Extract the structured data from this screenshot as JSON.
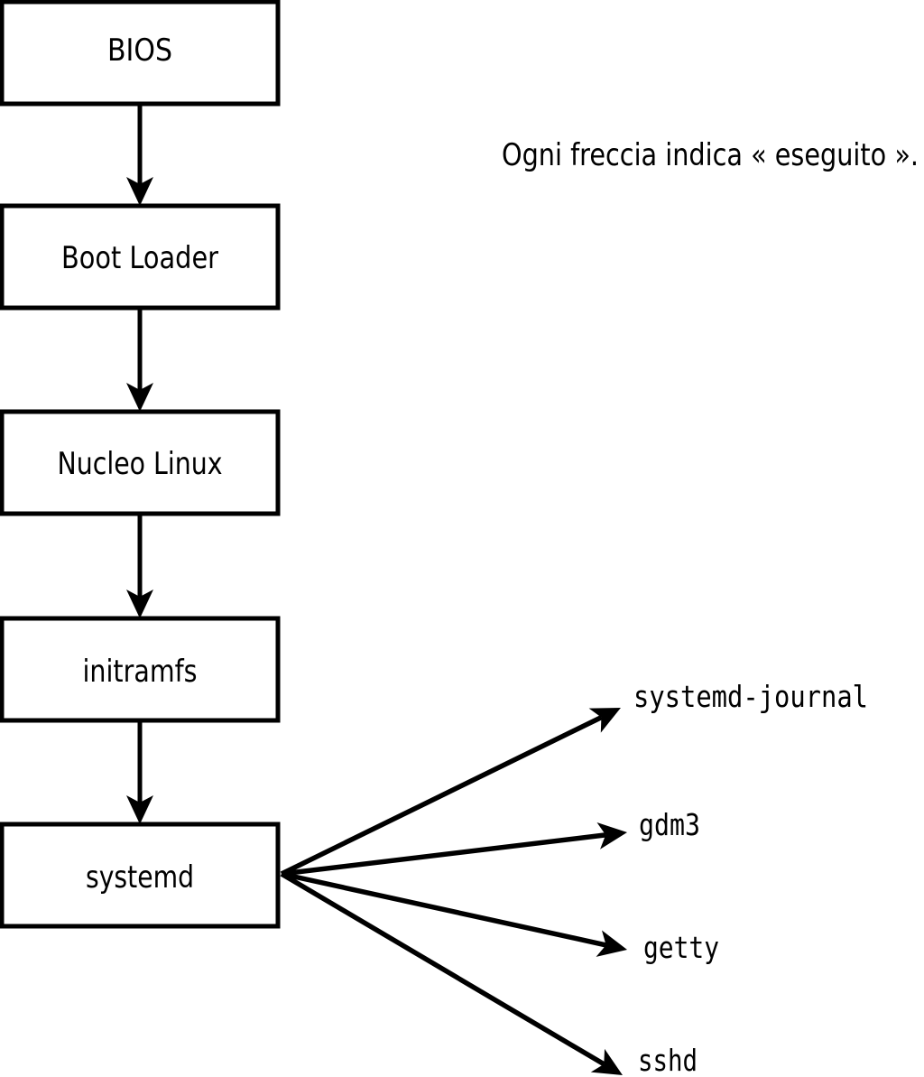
{
  "caption": "Ogni freccia indica « eseguito ».",
  "boxes": [
    {
      "label": "BIOS"
    },
    {
      "label": "Boot Loader"
    },
    {
      "label": "Nucleo Linux"
    },
    {
      "label": "initramfs"
    },
    {
      "label": "systemd"
    }
  ],
  "services": [
    {
      "label": "systemd-journal"
    },
    {
      "label": "gdm3"
    },
    {
      "label": "getty"
    },
    {
      "label": "sshd"
    }
  ],
  "colors": {
    "line": "#000000",
    "background": "#ffffff"
  }
}
